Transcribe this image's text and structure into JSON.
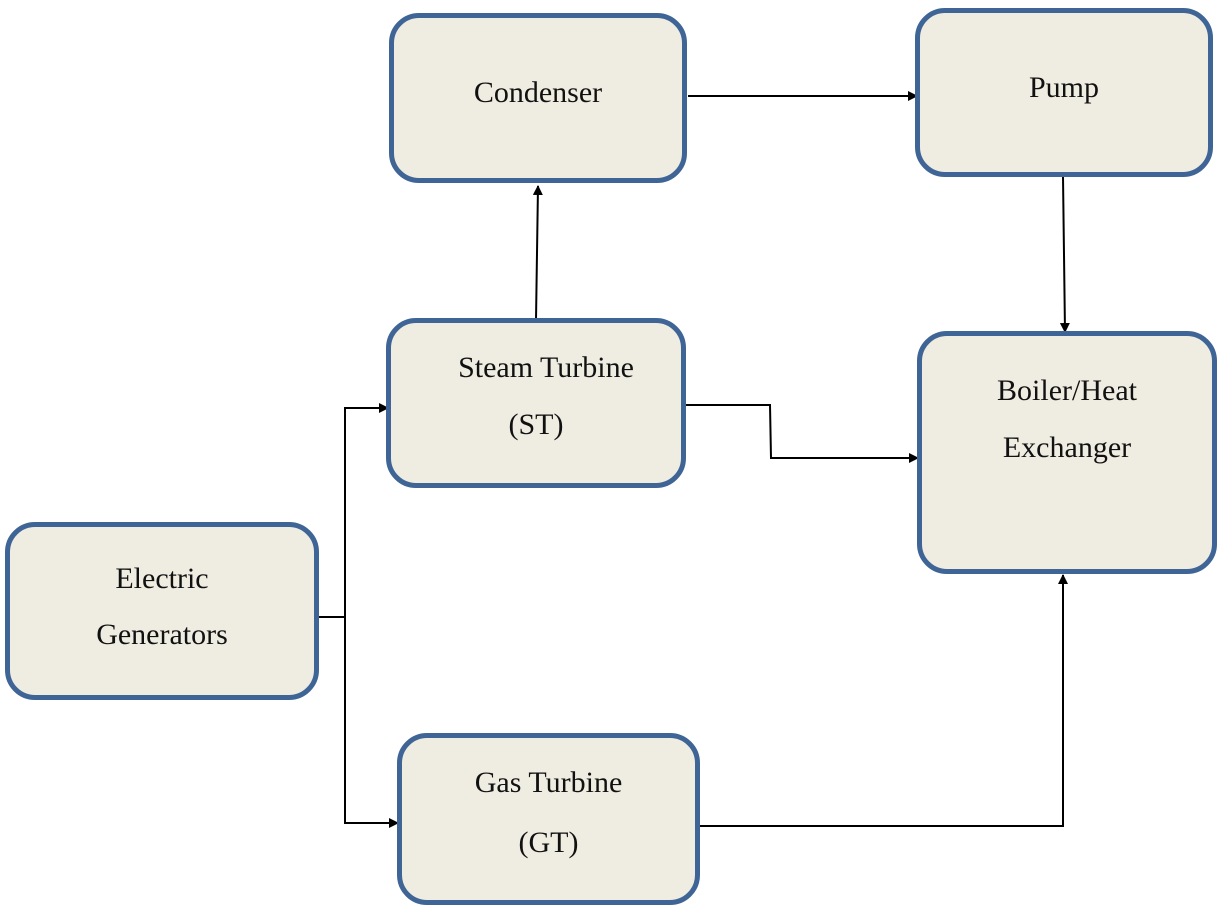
{
  "diagram": {
    "nodes": {
      "condenser": {
        "line1": "Condenser"
      },
      "pump": {
        "line1": "Pump"
      },
      "steam_turbine": {
        "line1": "Steam Turbine",
        "line2": "(ST)"
      },
      "boiler": {
        "line1": "Boiler/Heat",
        "line2": "Exchanger"
      },
      "electric_generators": {
        "line1": "Electric",
        "line2": "Generators"
      },
      "gas_turbine": {
        "line1": "Gas Turbine",
        "line2": "(GT)"
      }
    },
    "colors": {
      "node_fill": "#efece1",
      "node_border": "#3f6496",
      "connector": "#000000"
    }
  }
}
